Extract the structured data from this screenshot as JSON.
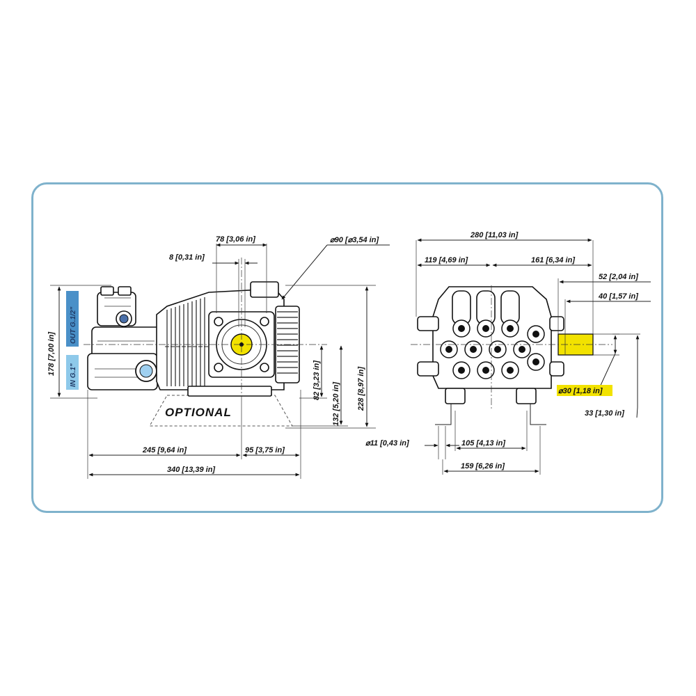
{
  "colors": {
    "frame_border": "#7fb2cc",
    "out_port_label_bg": "#4a90c8",
    "in_port_label_bg": "#8ec9ea",
    "shaft_highlight": "#f2e200"
  },
  "side_view": {
    "optional_label": "OPTIONAL",
    "out_port": "OUT G.1/2\"",
    "in_port": "IN G.1\"",
    "dims": {
      "top_78": "78 [3,06 in]",
      "top_8": "8 [0,31 in]",
      "bore_90": "⌀90 [⌀3,54 in]",
      "height_178": "178 [7,00 in]",
      "height_228": "228 [8,97 in]",
      "height_82": "82 [3,23 in]",
      "height_132": "132 [5,20 in]",
      "len_245": "245 [9,64 in]",
      "len_95": "95 [3,75 in]",
      "len_340": "340 [13,39 in]"
    }
  },
  "front_view": {
    "dims": {
      "width_280": "280 [11,03 in]",
      "width_119": "119 [4,69 in]",
      "width_161": "161 [6,34 in]",
      "shaft_52": "52 [2,04 in]",
      "shaft_40": "40 [1,57 in]",
      "shaft_dia_30": "⌀30 [1,18 in]",
      "shaft_h_33": "33 [1,30 in]",
      "hole_11": "⌀11 [0,43 in]",
      "foot_105": "105 [4,13 in]",
      "foot_159": "159 [6,26 in]"
    }
  }
}
